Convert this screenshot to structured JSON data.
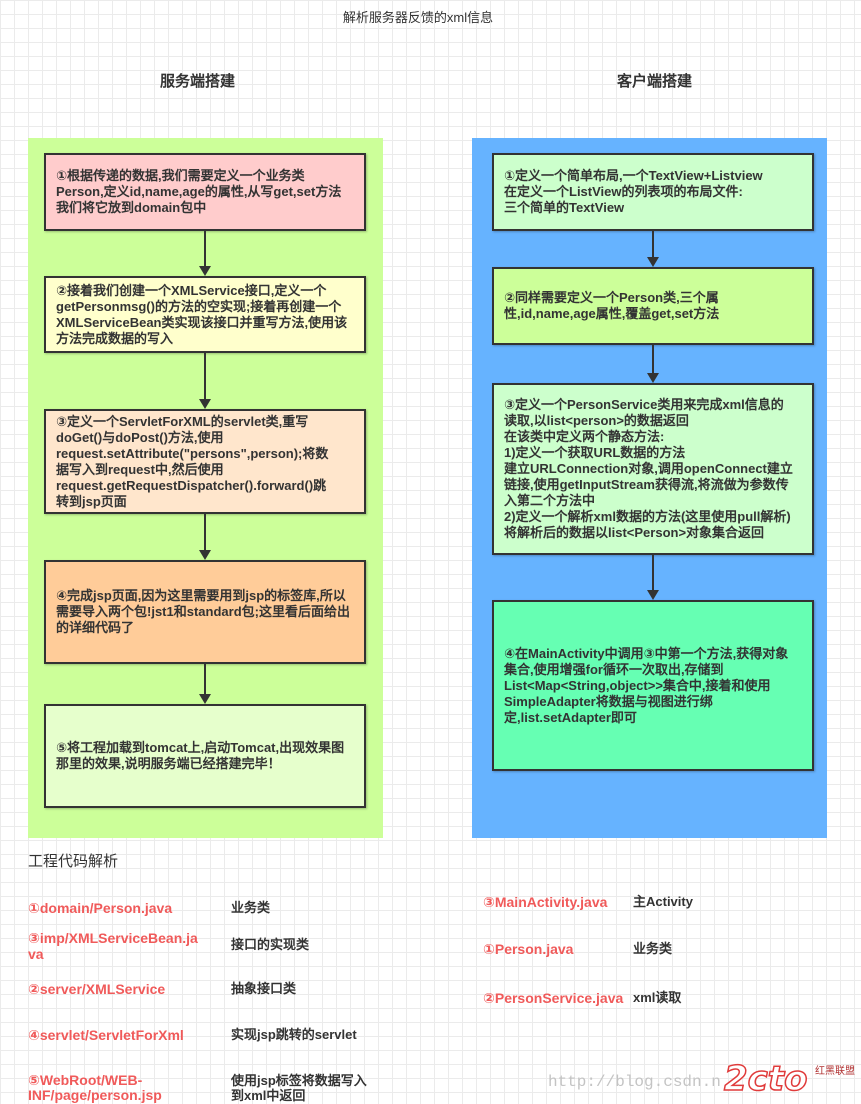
{
  "title": "解析服务器反馈的xml信息",
  "server": {
    "heading": "服务端搭建",
    "panel_color": "#ccff99",
    "steps": [
      {
        "text": "①根据传递的数据,我们需要定义一个业务类\nPerson,定义id,name,age的属性,从写get,set方法\n我们将它放到domain包中",
        "color": "#ffcccc"
      },
      {
        "text": "②接着我们创建一个XMLService接口,定义一个\ngetPersonmsg()的方法的空实现;接着再创建一个\nXMLServiceBean类实现该接口并重写方法,使用该\n方法完成数据的写入",
        "color": "#ffffcc"
      },
      {
        "text": "③定义一个ServletForXML的servlet类,重写\ndoGet()与doPost()方法,使用\nrequest.setAttribute(\"persons\",person);将数\n据写入到request中,然后使用\nrequest.getRequestDispatcher().forward()跳\n转到jsp页面",
        "color": "#ffe6cc"
      },
      {
        "text": "④完成jsp页面,因为这里需要用到jsp的标签库,所以\n需要导入两个包!jst1和standard包;这里看后面给出\n的详细代码了",
        "color": "#ffcc99"
      },
      {
        "text": "⑤将工程加载到tomcat上,启动Tomcat,出现效果图\n那里的效果,说明服务端已经搭建完毕！",
        "color": "#e6ffcc"
      }
    ]
  },
  "client": {
    "heading": "客户端搭建",
    "panel_color": "#66b3ff",
    "steps": [
      {
        "text": "①定义一个简单布局,一个TextView+Listview\n在定义一个ListView的列表项的布局文件:\n三个简单的TextView",
        "color": "#ccffcc"
      },
      {
        "text": "②同样需要定义一个Person类,三个属\n性,id,name,age属性,覆盖get,set方法",
        "color": "#ccff99"
      },
      {
        "text": "③定义一个PersonService类用来完成xml信息的\n读取,以list<person>的数据返回\n在该类中定义两个静态方法:\n1)定义一个获取URL数据的方法\n建立URLConnection对象,调用openConnect建立\n链接,使用getInputStream获得流,将流做为参数传\n入第二个方法中\n2)定义一个解析xml数据的方法(这里使用pull解析)\n将解析后的数据以list<Person>对象集合返回",
        "color": "#ccffcc"
      },
      {
        "text": "④在MainActivity中调用③中第一个方法,获得对象\n集合,使用增强for循环一次取出,存储到\nList<Map<String,object>>集合中,接着和使用\nSimpleAdapter将数据与视图进行绑\n定,list.setAdapter即可",
        "color": "#66ffb3"
      }
    ]
  },
  "code_analysis": {
    "heading": "工程代码解析",
    "name_color": "#f05a5a",
    "server_files": [
      {
        "name": "①domain/Person.java",
        "desc": "业务类"
      },
      {
        "name": "③imp/XMLServiceBean.ja\nva",
        "desc": "接口的实现类"
      },
      {
        "name": "②server/XMLService",
        "desc": "抽象接口类"
      },
      {
        "name": "④servlet/ServletForXml",
        "desc": "实现jsp跳转的servlet"
      },
      {
        "name": "⑤WebRoot/WEB-\nINF/page/person.jsp",
        "desc": "使用jsp标签将数据写入\n到xml中返回"
      }
    ],
    "client_files": [
      {
        "name": "③MainActivity.java",
        "desc": "主Activity"
      },
      {
        "name": "①Person.java",
        "desc": "业务类"
      },
      {
        "name": "②PersonService.java",
        "desc": "xml读取"
      }
    ]
  },
  "watermark": {
    "url_text": "http://blog.csdn.n",
    "logo": "2cto",
    "logo_caption": "红黑联盟"
  }
}
